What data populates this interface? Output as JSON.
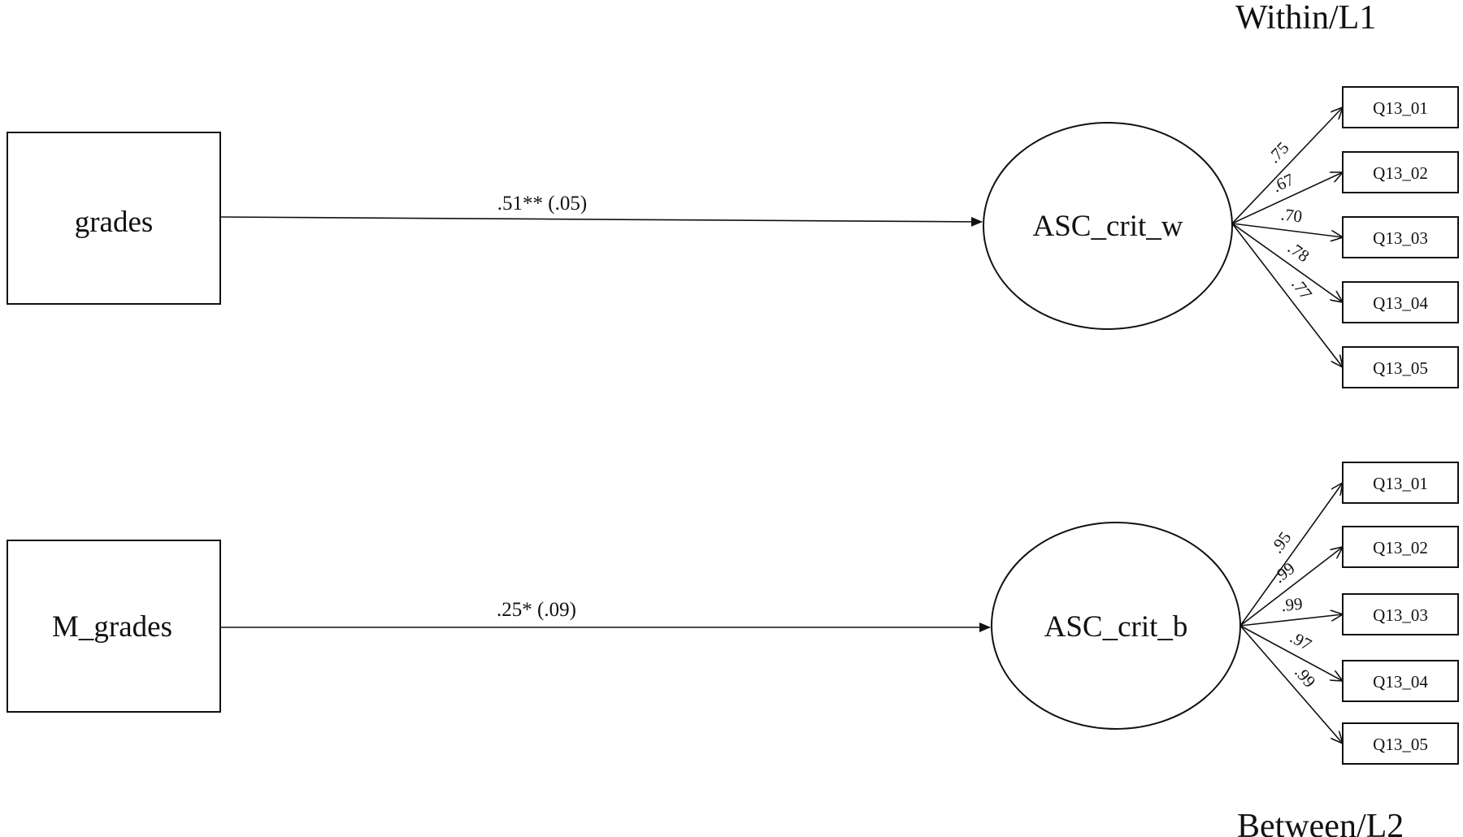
{
  "levels": {
    "within": "Within/L1",
    "between": "Between/L2"
  },
  "within_model": {
    "predictor": "grades",
    "latent": "ASC_crit_w",
    "path_label": ".51** (.05)",
    "indicators": [
      "Q13_01",
      "Q13_02",
      "Q13_03",
      "Q13_04",
      "Q13_05"
    ],
    "loadings": [
      ".75",
      ".67",
      ".70",
      ".78",
      ".77"
    ]
  },
  "between_model": {
    "predictor": "M_grades",
    "latent": "ASC_crit_b",
    "path_label": ".25* (.09)",
    "indicators": [
      "Q13_01",
      "Q13_02",
      "Q13_03",
      "Q13_04",
      "Q13_05"
    ],
    "loadings": [
      ".95",
      ".99",
      ".99",
      ".97",
      ".99"
    ]
  }
}
